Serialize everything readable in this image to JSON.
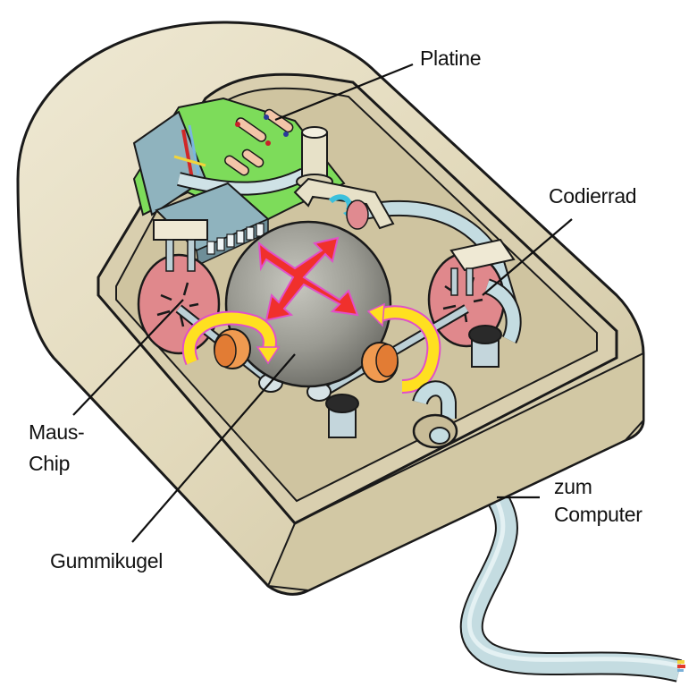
{
  "diagram": {
    "subject": "mechanical ball mouse (cutaway)",
    "labels": {
      "platine": "Platine",
      "codierrad": "Codierrad",
      "maus_chip_line1": "Maus-",
      "maus_chip_line2": "Chip",
      "gummikugel": "Gummikugel",
      "zum_computer_line1": "zum",
      "zum_computer_line2": "Computer"
    },
    "colors": {
      "housing": "#e4dcc0",
      "housing_shadow": "#cfc5a2",
      "circuit_board": "#7ddc5a",
      "ball": "#9a9a92",
      "direction_arrows": "#f0302c",
      "rotation_arrows": "#ffe020",
      "encoder_wheel": "#e0888c",
      "roller": "#f09a50",
      "cable": "#bcd6dc",
      "outline": "#1a1a1a"
    }
  }
}
